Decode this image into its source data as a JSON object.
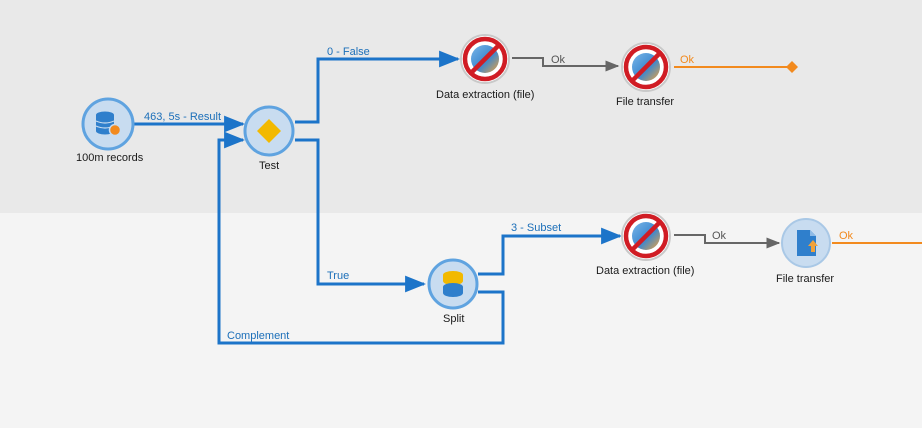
{
  "nodes": {
    "records": {
      "label": "100m records",
      "icon": "database-icon"
    },
    "test": {
      "label": "Test",
      "icon": "diamond-test-icon"
    },
    "extract_top": {
      "label": "Data extraction (file)",
      "icon": "disabled-extraction-icon"
    },
    "transfer_top": {
      "label": "File transfer",
      "icon": "disabled-transfer-icon"
    },
    "split": {
      "label": "Split",
      "icon": "split-database-icon"
    },
    "extract_bottom": {
      "label": "Data extraction (file)",
      "icon": "disabled-extraction-icon"
    },
    "transfer_bottom": {
      "label": "File transfer",
      "icon": "file-upload-icon"
    }
  },
  "edges": {
    "records_test": "463, 5s - Result",
    "test_false": "0 - False",
    "test_true": "True",
    "extract_top_ok": "Ok",
    "transfer_top_ok": "Ok",
    "split_subset": "3 - Subset",
    "split_complement": "Complement",
    "extract_bottom_ok": "Ok",
    "transfer_bottom_ok": "Ok"
  },
  "colors": {
    "band_top": "#e9e9e9",
    "band_bottom": "#f4f4f4",
    "flow_blue": "#1c74c9",
    "ok_grey": "#666666",
    "ok_orange": "#f28a1e",
    "node_fill": "#c8dcf0",
    "node_ring": "#5fa3e0",
    "disabled_red": "#d01c24",
    "diamond_yellow": "#f2b900"
  }
}
